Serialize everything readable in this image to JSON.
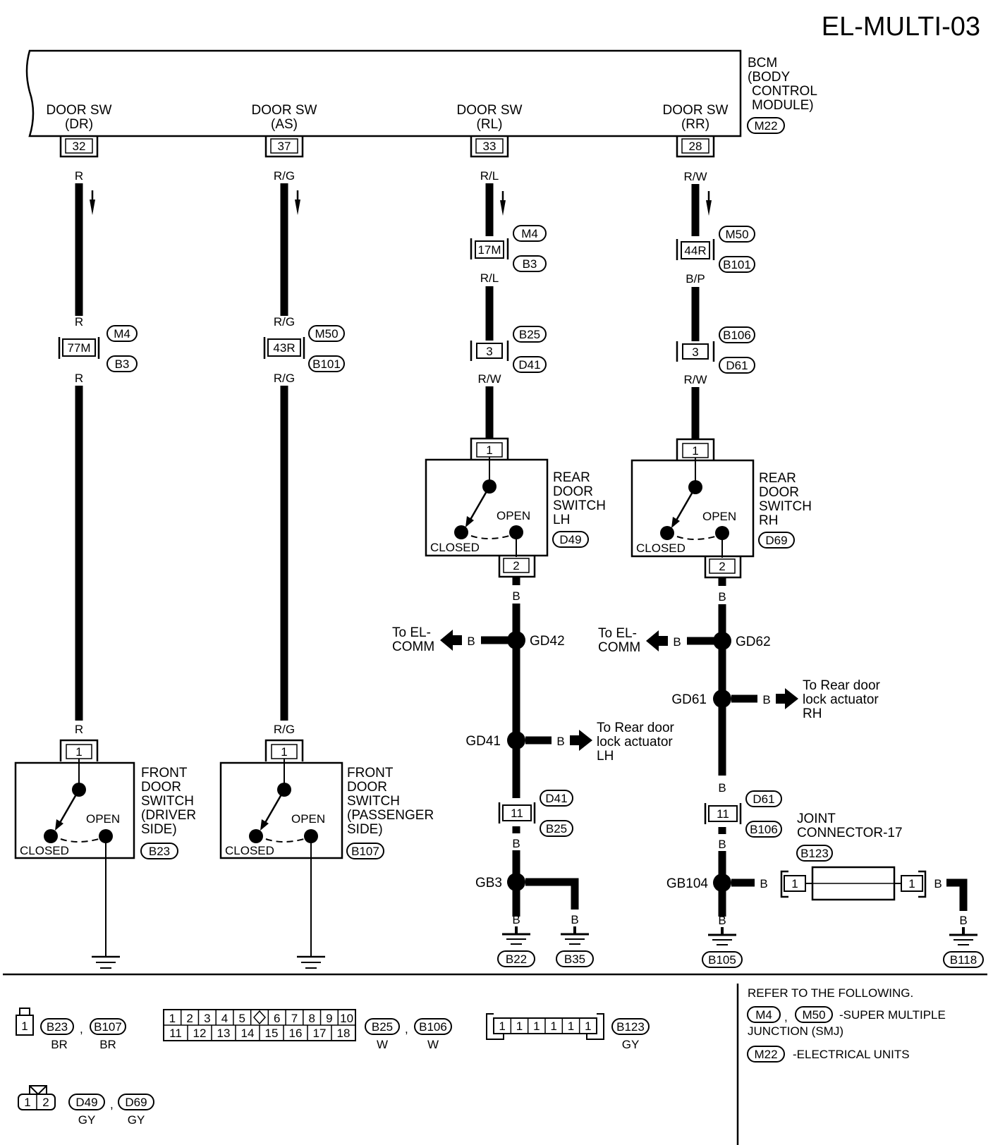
{
  "page_title": "EL-MULTI-03",
  "bcm": {
    "name_lines": [
      "BCM",
      "(BODY",
      "CONTROL",
      "MODULE)"
    ],
    "connector": "M22",
    "terminals": [
      {
        "l1": "DOOR SW",
        "l2": "(DR)",
        "pin": "32"
      },
      {
        "l1": "DOOR SW",
        "l2": "(AS)",
        "pin": "37"
      },
      {
        "l1": "DOOR SW",
        "l2": "(RL)",
        "pin": "33"
      },
      {
        "l1": "DOOR SW",
        "l2": "(RR)",
        "pin": "28"
      }
    ]
  },
  "wires": {
    "dr": [
      "R",
      "R",
      "R",
      "R"
    ],
    "as": [
      "R/G",
      "R/G",
      "R/G",
      "R/G"
    ],
    "rl": [
      "R/L",
      "R/L",
      "R/W"
    ],
    "rr": [
      "R/W",
      "B/P",
      "R/W"
    ],
    "ground": "B"
  },
  "inline_connectors": {
    "dr": {
      "pin": "77M",
      "top": "M4",
      "bottom": "B3"
    },
    "as": {
      "pin": "43R",
      "top": "M50",
      "bottom": "B101"
    },
    "rl1": {
      "pin": "17M",
      "top": "M4",
      "bottom": "B3"
    },
    "rr1": {
      "pin": "44R",
      "top": "M50",
      "bottom": "B101"
    },
    "rl2": {
      "pin": "3",
      "top": "B25",
      "bottom": "D41"
    },
    "rr2": {
      "pin": "3",
      "top": "B106",
      "bottom": "D61"
    },
    "rl3": {
      "pin": "11",
      "top": "D41",
      "bottom": "B25"
    },
    "rr3": {
      "pin": "11",
      "top": "D61",
      "bottom": "B106"
    }
  },
  "switches": {
    "front_dr": {
      "lines": [
        "FRONT",
        "DOOR",
        "SWITCH",
        "(DRIVER",
        " SIDE)"
      ],
      "connector": "B23",
      "pin_top": "1",
      "open": "OPEN",
      "closed": "CLOSED"
    },
    "front_as": {
      "lines": [
        "FRONT",
        "DOOR",
        "SWITCH",
        "(PASSENGER",
        " SIDE)"
      ],
      "connector": "B107",
      "pin_top": "1",
      "open": "OPEN",
      "closed": "CLOSED"
    },
    "rear_lh": {
      "lines": [
        "REAR",
        "DOOR",
        "SWITCH",
        "LH"
      ],
      "connector": "D49",
      "pin_top": "1",
      "pin_bottom": "2",
      "open": "OPEN",
      "closed": "CLOSED"
    },
    "rear_rh": {
      "lines": [
        "REAR",
        "DOOR",
        "SWITCH",
        "RH"
      ],
      "connector": "D69",
      "pin_top": "1",
      "pin_bottom": "2",
      "open": "OPEN",
      "closed": "CLOSED"
    }
  },
  "junctions": {
    "gd42": "GD42",
    "gd62": "GD62",
    "gd41": "GD41",
    "gd61": "GD61",
    "gb3": "GB3",
    "gb104": "GB104"
  },
  "branches": {
    "el_comm_1": "To EL-",
    "el_comm_2": "COMM",
    "lh_act": [
      "To Rear door",
      "lock actuator",
      "LH"
    ],
    "rh_act": [
      "To Rear door",
      "lock actuator",
      "RH"
    ]
  },
  "joint_connector": {
    "lines": [
      "JOINT",
      "CONNECTOR-17"
    ],
    "connector": "B123",
    "pin_left": "1",
    "pin_right": "1"
  },
  "grounds": [
    "B22",
    "B35",
    "B105",
    "B118"
  ],
  "legend": {
    "c1": {
      "pin": "1",
      "conns": [
        "B23",
        "B107"
      ],
      "colors": [
        "BR",
        "BR"
      ]
    },
    "c2": {
      "row1": [
        "1",
        "2",
        "3",
        "4",
        "5",
        "",
        "6",
        "7",
        "8",
        "9",
        "10"
      ],
      "row2": [
        "11",
        "12",
        "13",
        "14",
        "15",
        "16",
        "17",
        "18"
      ],
      "conns": [
        "B25",
        "B106"
      ],
      "colors": [
        "W",
        "W"
      ]
    },
    "c3": {
      "pins": [
        "1",
        "1",
        "1",
        "1",
        "1",
        "1"
      ],
      "conn": "B123",
      "color": "GY"
    },
    "c4": {
      "pins": [
        "1",
        "2"
      ],
      "conns": [
        "D49",
        "D69"
      ],
      "colors": [
        "GY",
        "GY"
      ]
    },
    "sep": ",",
    "refer": {
      "heading": "REFER TO THE FOLLOWING.",
      "smj_conns": [
        "M4",
        "M50"
      ],
      "smj_text_1": "-SUPER MULTIPLE",
      "smj_text_2": "JUNCTION (SMJ)",
      "eu_conn": "M22",
      "eu_text": "-ELECTRICAL UNITS"
    }
  }
}
